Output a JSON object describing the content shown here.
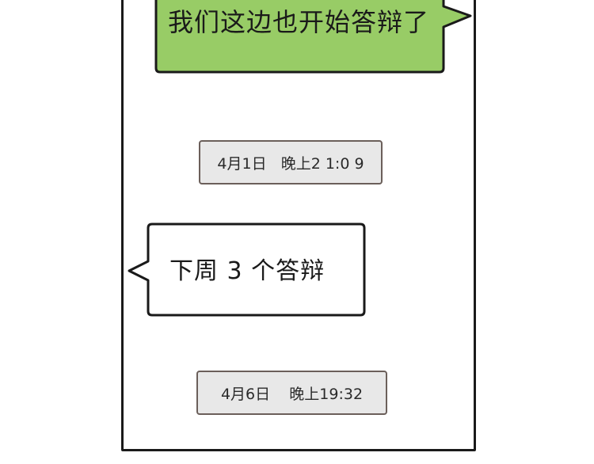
{
  "messages": {
    "sent_1": "我们这边也开始答辩了",
    "received_1": "下周 3 个答辩"
  },
  "timestamps": {
    "first": "4月1日   晚上2 1:0 9",
    "second": "4月6日    晚上19:32"
  },
  "colors": {
    "sent_bubble": "#98cc66",
    "received_bubble": "#ffffff",
    "timestamp_bg": "#e8e8e8",
    "outline": "#1a1a1a"
  }
}
